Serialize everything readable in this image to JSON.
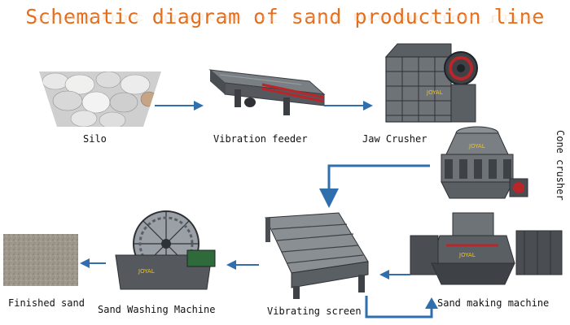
{
  "title": "Schematic diagram of sand production line",
  "stages": {
    "silo": "Silo",
    "vibration_feeder": "Vibration feeder",
    "jaw_crusher": "Jaw Crusher",
    "cone_crusher": "Cone crusher",
    "sand_making_machine": "Sand making machine",
    "vibrating_screen": "Vibrating screen",
    "sand_washing_machine": "Sand Washing Machine",
    "finished_sand": "Finished sand"
  },
  "brand_logo": "JOYAL",
  "colors": {
    "title": "#e46c1a",
    "arrow": "#2f6fae",
    "machine_body": "#6e7378",
    "accent_red": "#b8262a"
  }
}
